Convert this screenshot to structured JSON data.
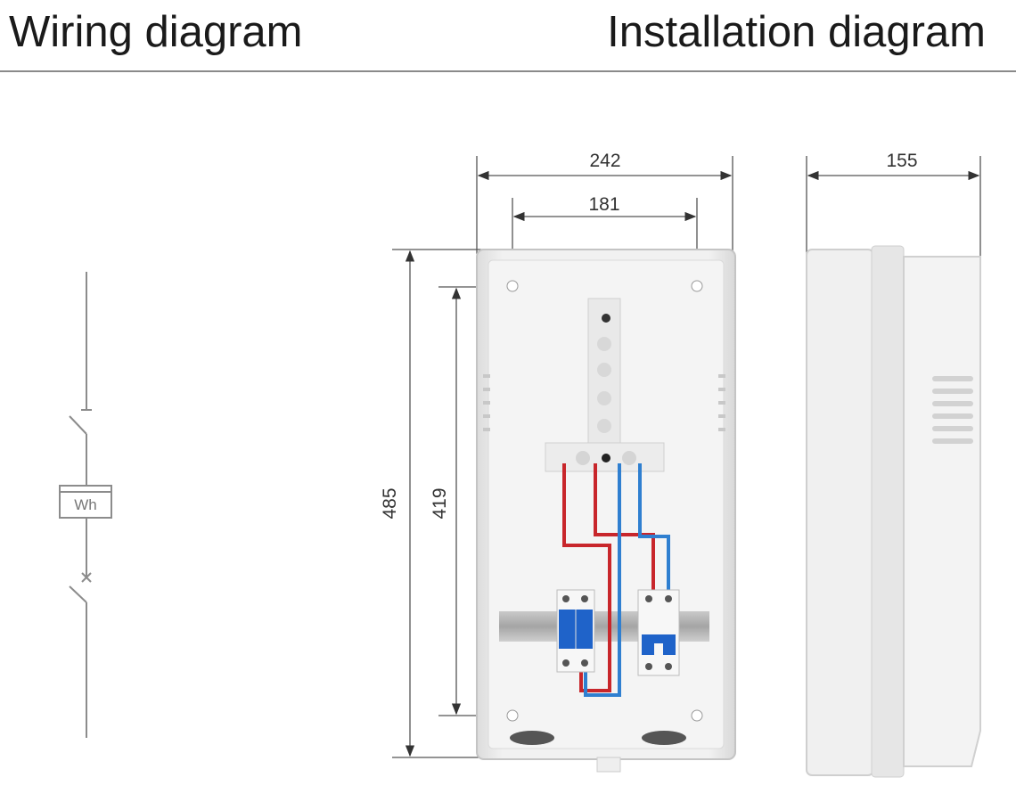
{
  "headings": {
    "wiring": "Wiring diagram",
    "installation": "Installation diagram"
  },
  "wiring_diagram": {
    "meter_label": "Wh"
  },
  "dimensions": {
    "front_width": "242",
    "mount_hole_spacing_horizontal": "181",
    "front_height": "485",
    "mount_hole_spacing_vertical": "419",
    "side_depth": "155"
  },
  "colors": {
    "live_wire": "#c8262b",
    "neutral_wire": "#2f7fd0",
    "breaker_blue": "#1f63c9",
    "enclosure": "#ececec"
  }
}
